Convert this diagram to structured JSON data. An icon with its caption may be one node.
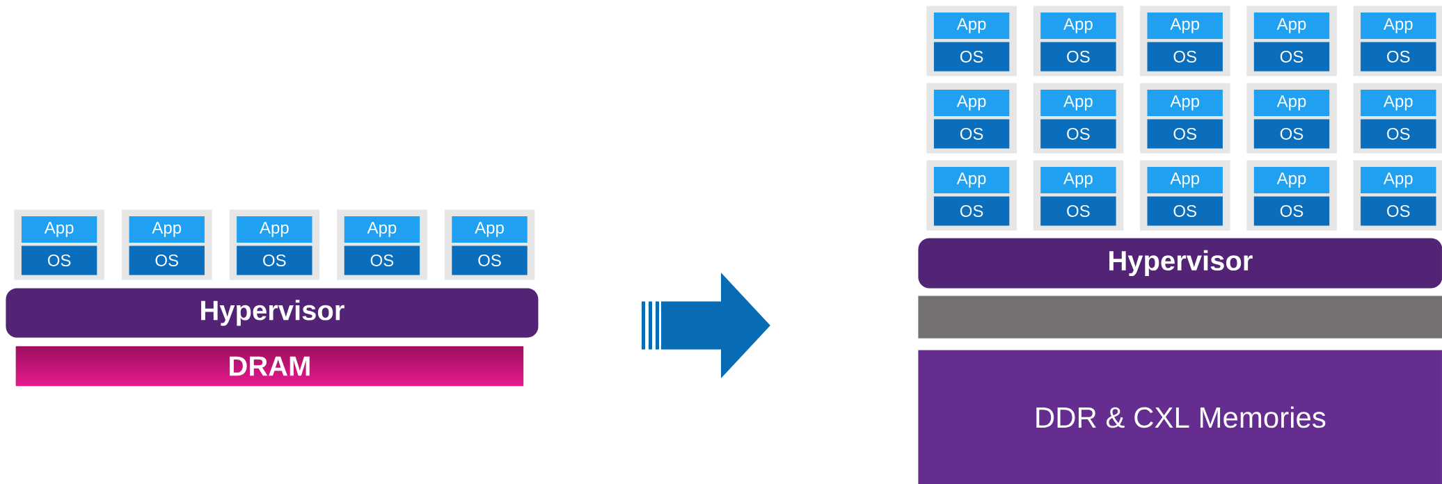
{
  "diagram": {
    "nodes": [
      {
        "text": [],
        "shape": "box"
      },
      {
        "text": [
          "App"
        ],
        "in": 0
      },
      {
        "text": [
          "OS"
        ],
        "in": 0
      },
      {
        "text": [],
        "shape": "box"
      },
      {
        "text": [
          "App"
        ],
        "in": 3
      },
      {
        "text": [
          "OS"
        ],
        "in": 3
      },
      {
        "text": [],
        "shape": "box"
      },
      {
        "text": [
          "App"
        ],
        "in": 6
      },
      {
        "text": [
          "OS"
        ],
        "in": 6
      },
      {
        "text": [],
        "shape": "box"
      },
      {
        "text": [
          "App"
        ],
        "in": 9
      },
      {
        "text": [
          "OS"
        ],
        "in": 9
      },
      {
        "text": [],
        "shape": "box"
      },
      {
        "text": [
          "App"
        ],
        "in": 12
      },
      {
        "text": [
          "OS"
        ],
        "in": 12
      },
      {
        "text": [
          "Hypervisor"
        ]
      },
      {
        "text": [
          "DRAM"
        ]
      },
      {
        "text": [],
        "shape": "box"
      },
      {
        "text": [
          "App"
        ],
        "in": 17
      },
      {
        "text": [
          "OS"
        ],
        "in": 17
      },
      {
        "text": [],
        "shape": "box"
      },
      {
        "text": [
          "App"
        ],
        "in": 20
      },
      {
        "text": [
          "OS"
        ],
        "in": 20
      },
      {
        "text": [],
        "shape": "box"
      },
      {
        "text": [
          "App"
        ],
        "in": 23
      },
      {
        "text": [
          "OS"
        ],
        "in": 23
      },
      {
        "text": [],
        "shape": "box"
      },
      {
        "text": [
          "App"
        ],
        "in": 26
      },
      {
        "text": [
          "OS"
        ],
        "in": 26
      },
      {
        "text": [],
        "shape": "box"
      },
      {
        "text": [
          "App"
        ],
        "in": 29
      },
      {
        "text": [
          "OS"
        ],
        "in": 29
      },
      {
        "text": [],
        "shape": "box"
      },
      {
        "text": [
          "App"
        ],
        "in": 32
      },
      {
        "text": [
          "OS"
        ],
        "in": 32
      },
      {
        "text": [],
        "shape": "box"
      },
      {
        "text": [
          "App"
        ],
        "in": 35
      },
      {
        "text": [
          "OS"
        ],
        "in": 35
      },
      {
        "text": [],
        "shape": "box"
      },
      {
        "text": [
          "App"
        ],
        "in": 38
      },
      {
        "text": [
          "OS"
        ],
        "in": 38
      },
      {
        "text": [],
        "shape": "box"
      },
      {
        "text": [
          "App"
        ],
        "in": 41
      },
      {
        "text": [
          "OS"
        ],
        "in": 41
      },
      {
        "text": [],
        "shape": "box"
      },
      {
        "text": [
          "App"
        ],
        "in": 44
      },
      {
        "text": [
          "OS"
        ],
        "in": 44
      },
      {
        "text": [],
        "shape": "box"
      },
      {
        "text": [
          "App"
        ],
        "in": 47
      },
      {
        "text": [
          "OS"
        ],
        "in": 47
      },
      {
        "text": [],
        "shape": "box"
      },
      {
        "text": [
          "App"
        ],
        "in": 50
      },
      {
        "text": [
          "OS"
        ],
        "in": 50
      },
      {
        "text": [],
        "shape": "box"
      },
      {
        "text": [
          "App"
        ],
        "in": 53
      },
      {
        "text": [
          "OS"
        ],
        "in": 53
      },
      {
        "text": [],
        "shape": "box"
      },
      {
        "text": [
          "App"
        ],
        "in": 56
      },
      {
        "text": [
          "OS"
        ],
        "in": 56
      },
      {
        "text": [],
        "shape": "box"
      },
      {
        "text": [
          "App"
        ],
        "in": 59
      },
      {
        "text": [
          "OS"
        ],
        "in": 59
      },
      {
        "text": [
          "Hypervisor"
        ]
      },
      {
        "text": [],
        "shape": "bar"
      },
      {
        "text": [
          "DDR & CXL Memories"
        ]
      }
    ]
  }
}
